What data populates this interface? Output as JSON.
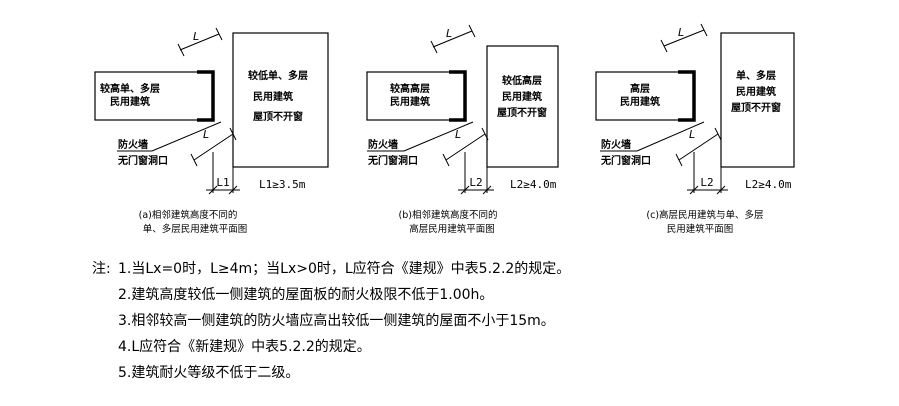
{
  "diagrams": [
    {
      "left_label": [
        "较高单、多层",
        "民用建筑"
      ],
      "right_label": [
        "较低单、多层",
        "民用建筑",
        "屋顶不开窗"
      ],
      "wall_label": "防火墙",
      "opening_label": "无门窗洞口",
      "l_mark_top": "L",
      "l_mark_bottom": "L",
      "dim_label": "L1",
      "requirement": "L1≥3.5m",
      "caption": [
        "(a)相邻建筑高度不同的",
        "单、多层民用建筑平面图"
      ]
    },
    {
      "left_label": [
        "较高高层",
        "民用建筑"
      ],
      "right_label": [
        "较低高层",
        "民用建筑",
        "屋顶不开窗"
      ],
      "wall_label": "防火墙",
      "opening_label": "无门窗洞口",
      "l_mark_top": "L",
      "l_mark_bottom": "L",
      "dim_label": "L2",
      "requirement": "L2≥4.0m",
      "caption": [
        "(b)相邻建筑高度不同的",
        "高层民用建筑平面图"
      ]
    },
    {
      "left_label": [
        "高层",
        "民用建筑"
      ],
      "right_label": [
        "单、多层",
        "民用建筑",
        "屋顶不开窗"
      ],
      "wall_label": "防火墙",
      "opening_label": "无门窗洞口",
      "l_mark_top": "L",
      "l_mark_bottom": "L",
      "dim_label": "L2",
      "requirement": "L2≥4.0m",
      "caption": [
        "(c)高层民用建筑与单、多层",
        "民用建筑平面图"
      ]
    }
  ],
  "notes": {
    "prefix": "注:",
    "items": [
      "1.当Lx=0时，L≥4m；当Lx>0时，L应符合《建规》中表5.2.2的规定。",
      "2.建筑高度较低一侧建筑的屋面板的耐火极限不低于1.00h。",
      "3.相邻较高一侧建筑的防火墙应高出较低一侧建筑的屋面不小于15m。",
      "4.L应符合《新建规》中表5.2.2的规定。",
      "5.建筑耐火等级不低于二级。"
    ]
  }
}
